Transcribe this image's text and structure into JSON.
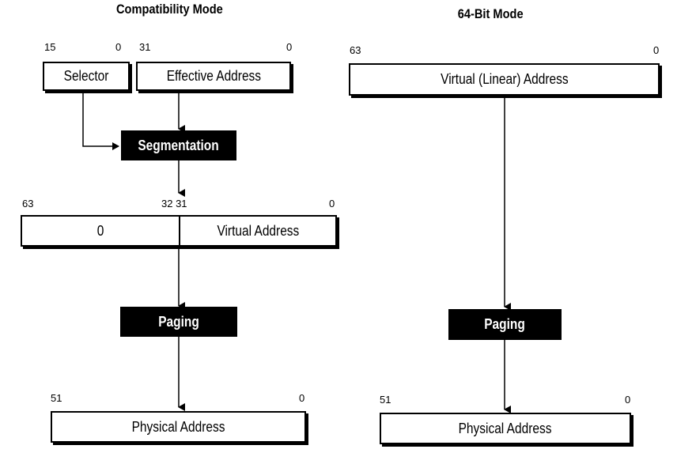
{
  "compat": {
    "title": "Compatibility Mode",
    "selector": {
      "label": "Selector",
      "bit_high": "15",
      "bit_low": "0"
    },
    "effective": {
      "label": "Effective Address",
      "bit_high": "31",
      "bit_low": "0"
    },
    "segmentation": "Segmentation",
    "virtual": {
      "bit_63": "63",
      "bit_32_31": "32 31",
      "bit_0": "0",
      "upper_value": "0",
      "lower_label": "Virtual Address"
    },
    "paging": "Paging",
    "physical": {
      "label": "Physical Address",
      "bit_high": "51",
      "bit_low": "0"
    }
  },
  "mode64": {
    "title": "64-Bit Mode",
    "virtual": {
      "label": "Virtual (Linear) Address",
      "bit_high": "63",
      "bit_low": "0"
    },
    "paging": "Paging",
    "physical": {
      "label": "Physical Address",
      "bit_high": "51",
      "bit_low": "0"
    }
  },
  "colors": {
    "line": "#000000",
    "block_fill": "#000000",
    "block_text": "#ffffff"
  }
}
